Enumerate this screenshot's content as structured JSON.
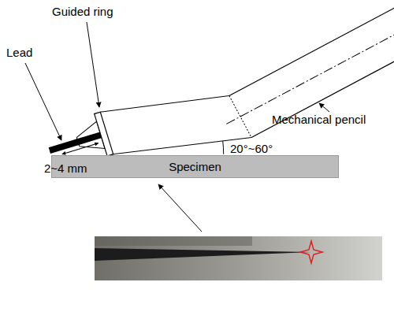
{
  "diagram": {
    "nodes": [
      {
        "text": [
          "Specimen"
        ]
      }
    ],
    "edges": [],
    "labels": [
      "Guided ring",
      "Lead",
      "Mechanical pencil",
      "2~4 mm",
      "20°~60°"
    ]
  }
}
